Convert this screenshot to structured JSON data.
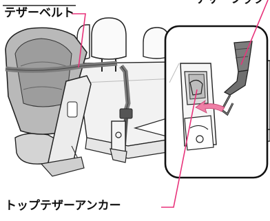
{
  "labels": {
    "tether_belt": "テザーベルト",
    "tether_hook": "テザーフック",
    "top_tether_anchor": "トップテザーアンカー"
  },
  "colors": {
    "leader_line": "#e8327a",
    "arrow": "#ef7fa6",
    "outline": "#222222",
    "seat_gray": "#b9b9b9",
    "belt_gray": "#7c7c7c"
  }
}
